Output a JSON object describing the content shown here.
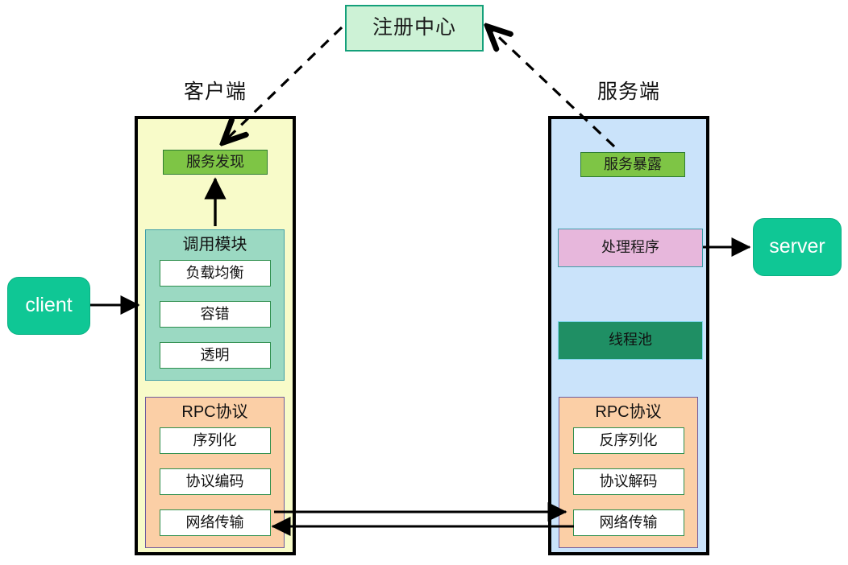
{
  "diagram": {
    "title_registry": "注册中心",
    "captions": {
      "client": "客户端",
      "server": "服务端"
    },
    "endpoints": {
      "client": "client",
      "server": "server"
    },
    "client_side": {
      "discovery": "服务发现",
      "module_group": {
        "title": "调用模块",
        "items": [
          "负载均衡",
          "容错",
          "透明"
        ]
      },
      "rpc_group": {
        "title": "RPC协议",
        "items": [
          "序列化",
          "协议编码",
          "网络传输"
        ]
      }
    },
    "server_side": {
      "expose": "服务暴露",
      "handler": "处理程序",
      "threadpool": "线程池",
      "rpc_group": {
        "title": "RPC协议",
        "items": [
          "反序列化",
          "协议解码",
          "网络传输"
        ]
      }
    },
    "colors": {
      "registry_fill": "#cdf2d6",
      "registry_border": "#14a07a",
      "client_container_fill": "#f8fbc9",
      "server_container_fill": "#cae3fa",
      "container_border": "#000000",
      "discovery_fill": "#7ec545",
      "handler_fill": "#e7b7dc",
      "threadpool_fill": "#1f8f64",
      "module_group_fill": "#9bd9c2",
      "rpc_group_fill": "#fbcfa6",
      "endpoint_fill": "#0fc795",
      "arrow": "#000000"
    }
  }
}
